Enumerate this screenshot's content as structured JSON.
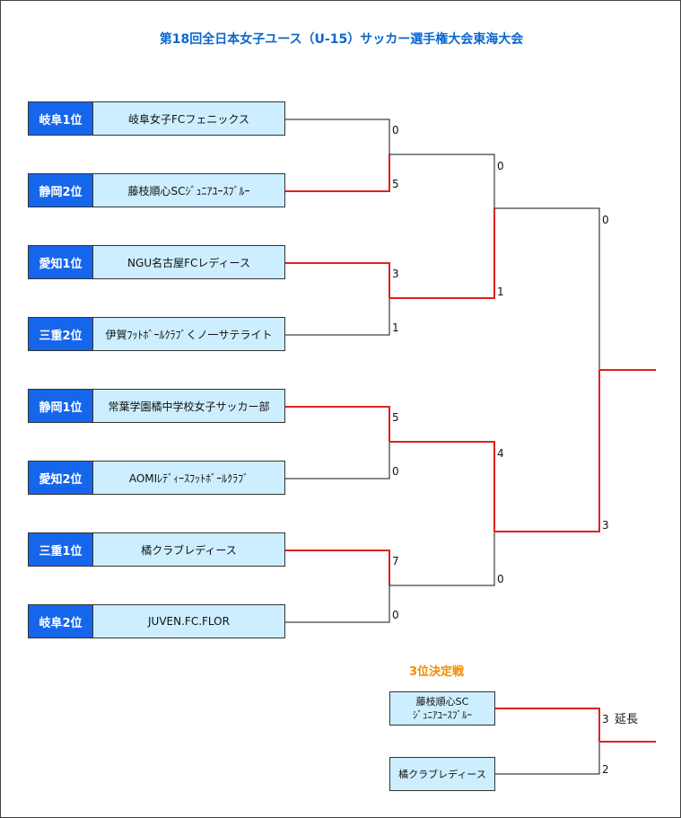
{
  "title": "第18回全日本女子ユース（U-15）サッカー選手権大会東海大会",
  "entries": [
    {
      "seed": "岐阜1位",
      "team": "岐阜女子FCフェニックス"
    },
    {
      "seed": "静岡2位",
      "team": "藤枝順心SCｼﾞｭﾆｱﾕｰｽﾌﾞﾙｰ"
    },
    {
      "seed": "愛知1位",
      "team": "NGU名古屋FCレディース"
    },
    {
      "seed": "三重2位",
      "team": "伊賀ﾌｯﾄﾎﾞｰﾙｸﾗﾌﾞくノ一サテライト"
    },
    {
      "seed": "静岡1位",
      "team": "常葉学園橘中学校女子サッカー部"
    },
    {
      "seed": "愛知2位",
      "team": "AOMIﾚﾃﾞｨｰｽﾌｯﾄﾎﾞｰﾙｸﾗﾌﾞ"
    },
    {
      "seed": "三重1位",
      "team": "橘クラブレディース"
    },
    {
      "seed": "岐阜2位",
      "team": "JUVEN.FC.FLOR"
    }
  ],
  "scores": {
    "r1": [
      "0",
      "5",
      "3",
      "1",
      "5",
      "0",
      "7",
      "0"
    ],
    "r2": [
      "0",
      "1",
      "4",
      "0"
    ],
    "final": [
      "0",
      "3"
    ]
  },
  "third_place": {
    "title": "3位決定戦",
    "team1_line1": "藤枝順心SC",
    "team1_line2": "ｼﾞｭﾆｱﾕｰｽﾌﾞﾙｰ",
    "team2": "橘クラブレディース",
    "score1": "3",
    "extra_time": "延長",
    "score2": "2"
  },
  "colors": {
    "win_line": "#e02020",
    "lose_line": "#111111",
    "seed_bg": "#1566ea",
    "team_bg": "#cdeefe",
    "title": "#0a66d0",
    "third_title": "#f28a00"
  }
}
